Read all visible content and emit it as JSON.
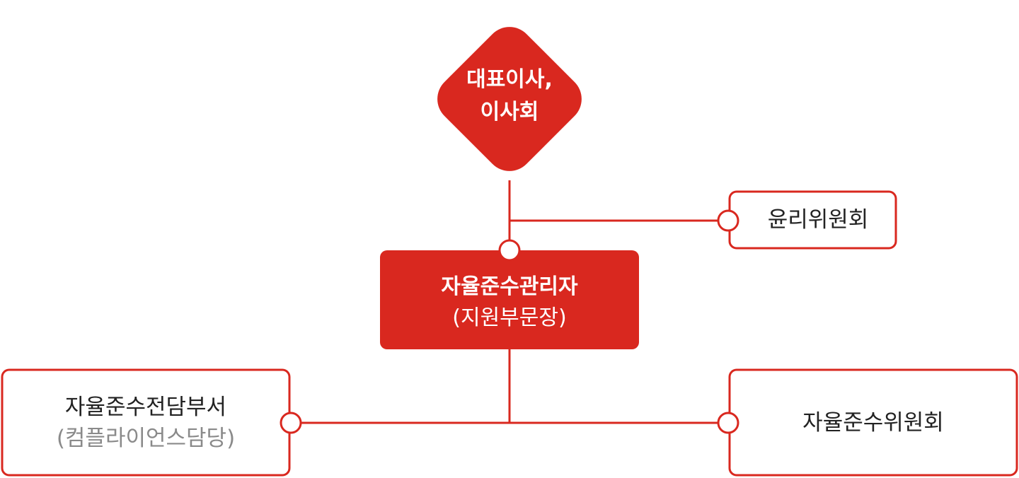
{
  "colors": {
    "accent": "#d9281f",
    "text": "#222222",
    "muted": "#8a8a8a"
  },
  "nodes": {
    "ceo_board": {
      "line1": "대표이사,",
      "line2": "이사회"
    },
    "ethics_committee": {
      "label": "윤리위원회"
    },
    "compliance_manager": {
      "line1": "자율준수관리자",
      "line2": "(지원부문장)"
    },
    "compliance_department": {
      "line1": "자율준수전담부서",
      "line2": "(컴플라이언스담당)"
    },
    "compliance_committee": {
      "label": "자율준수위원회"
    }
  }
}
